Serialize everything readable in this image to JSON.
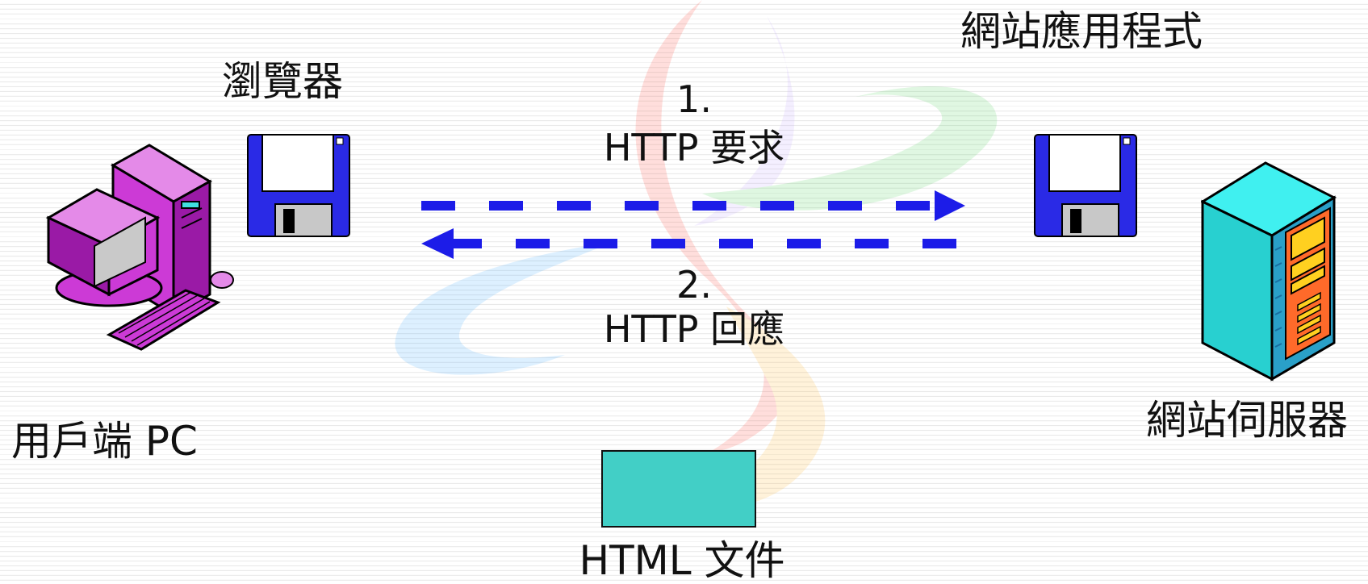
{
  "labels": {
    "browser": "瀏覽器",
    "web_app": "網站應用程式",
    "request_num": "1.",
    "request_text": "HTTP 要求",
    "response_num": "2.",
    "response_text": "HTTP 回應",
    "client_pc": "用戶端 PC",
    "web_server": "網站伺服器",
    "html_document": "HTML 文件"
  },
  "icons": {
    "client": "desktop-computer-icon",
    "browser": "floppy-disk-icon",
    "web_app": "floppy-disk-icon",
    "server": "server-tower-icon",
    "document": "html-document-box"
  },
  "colors": {
    "arrow": "#1c1ce8",
    "floppy": "#2a2ae6",
    "computer": "#cc3ad6",
    "server_front": "#28d0d0",
    "server_side": "#ff6a2a",
    "document": "#42cfc6"
  }
}
